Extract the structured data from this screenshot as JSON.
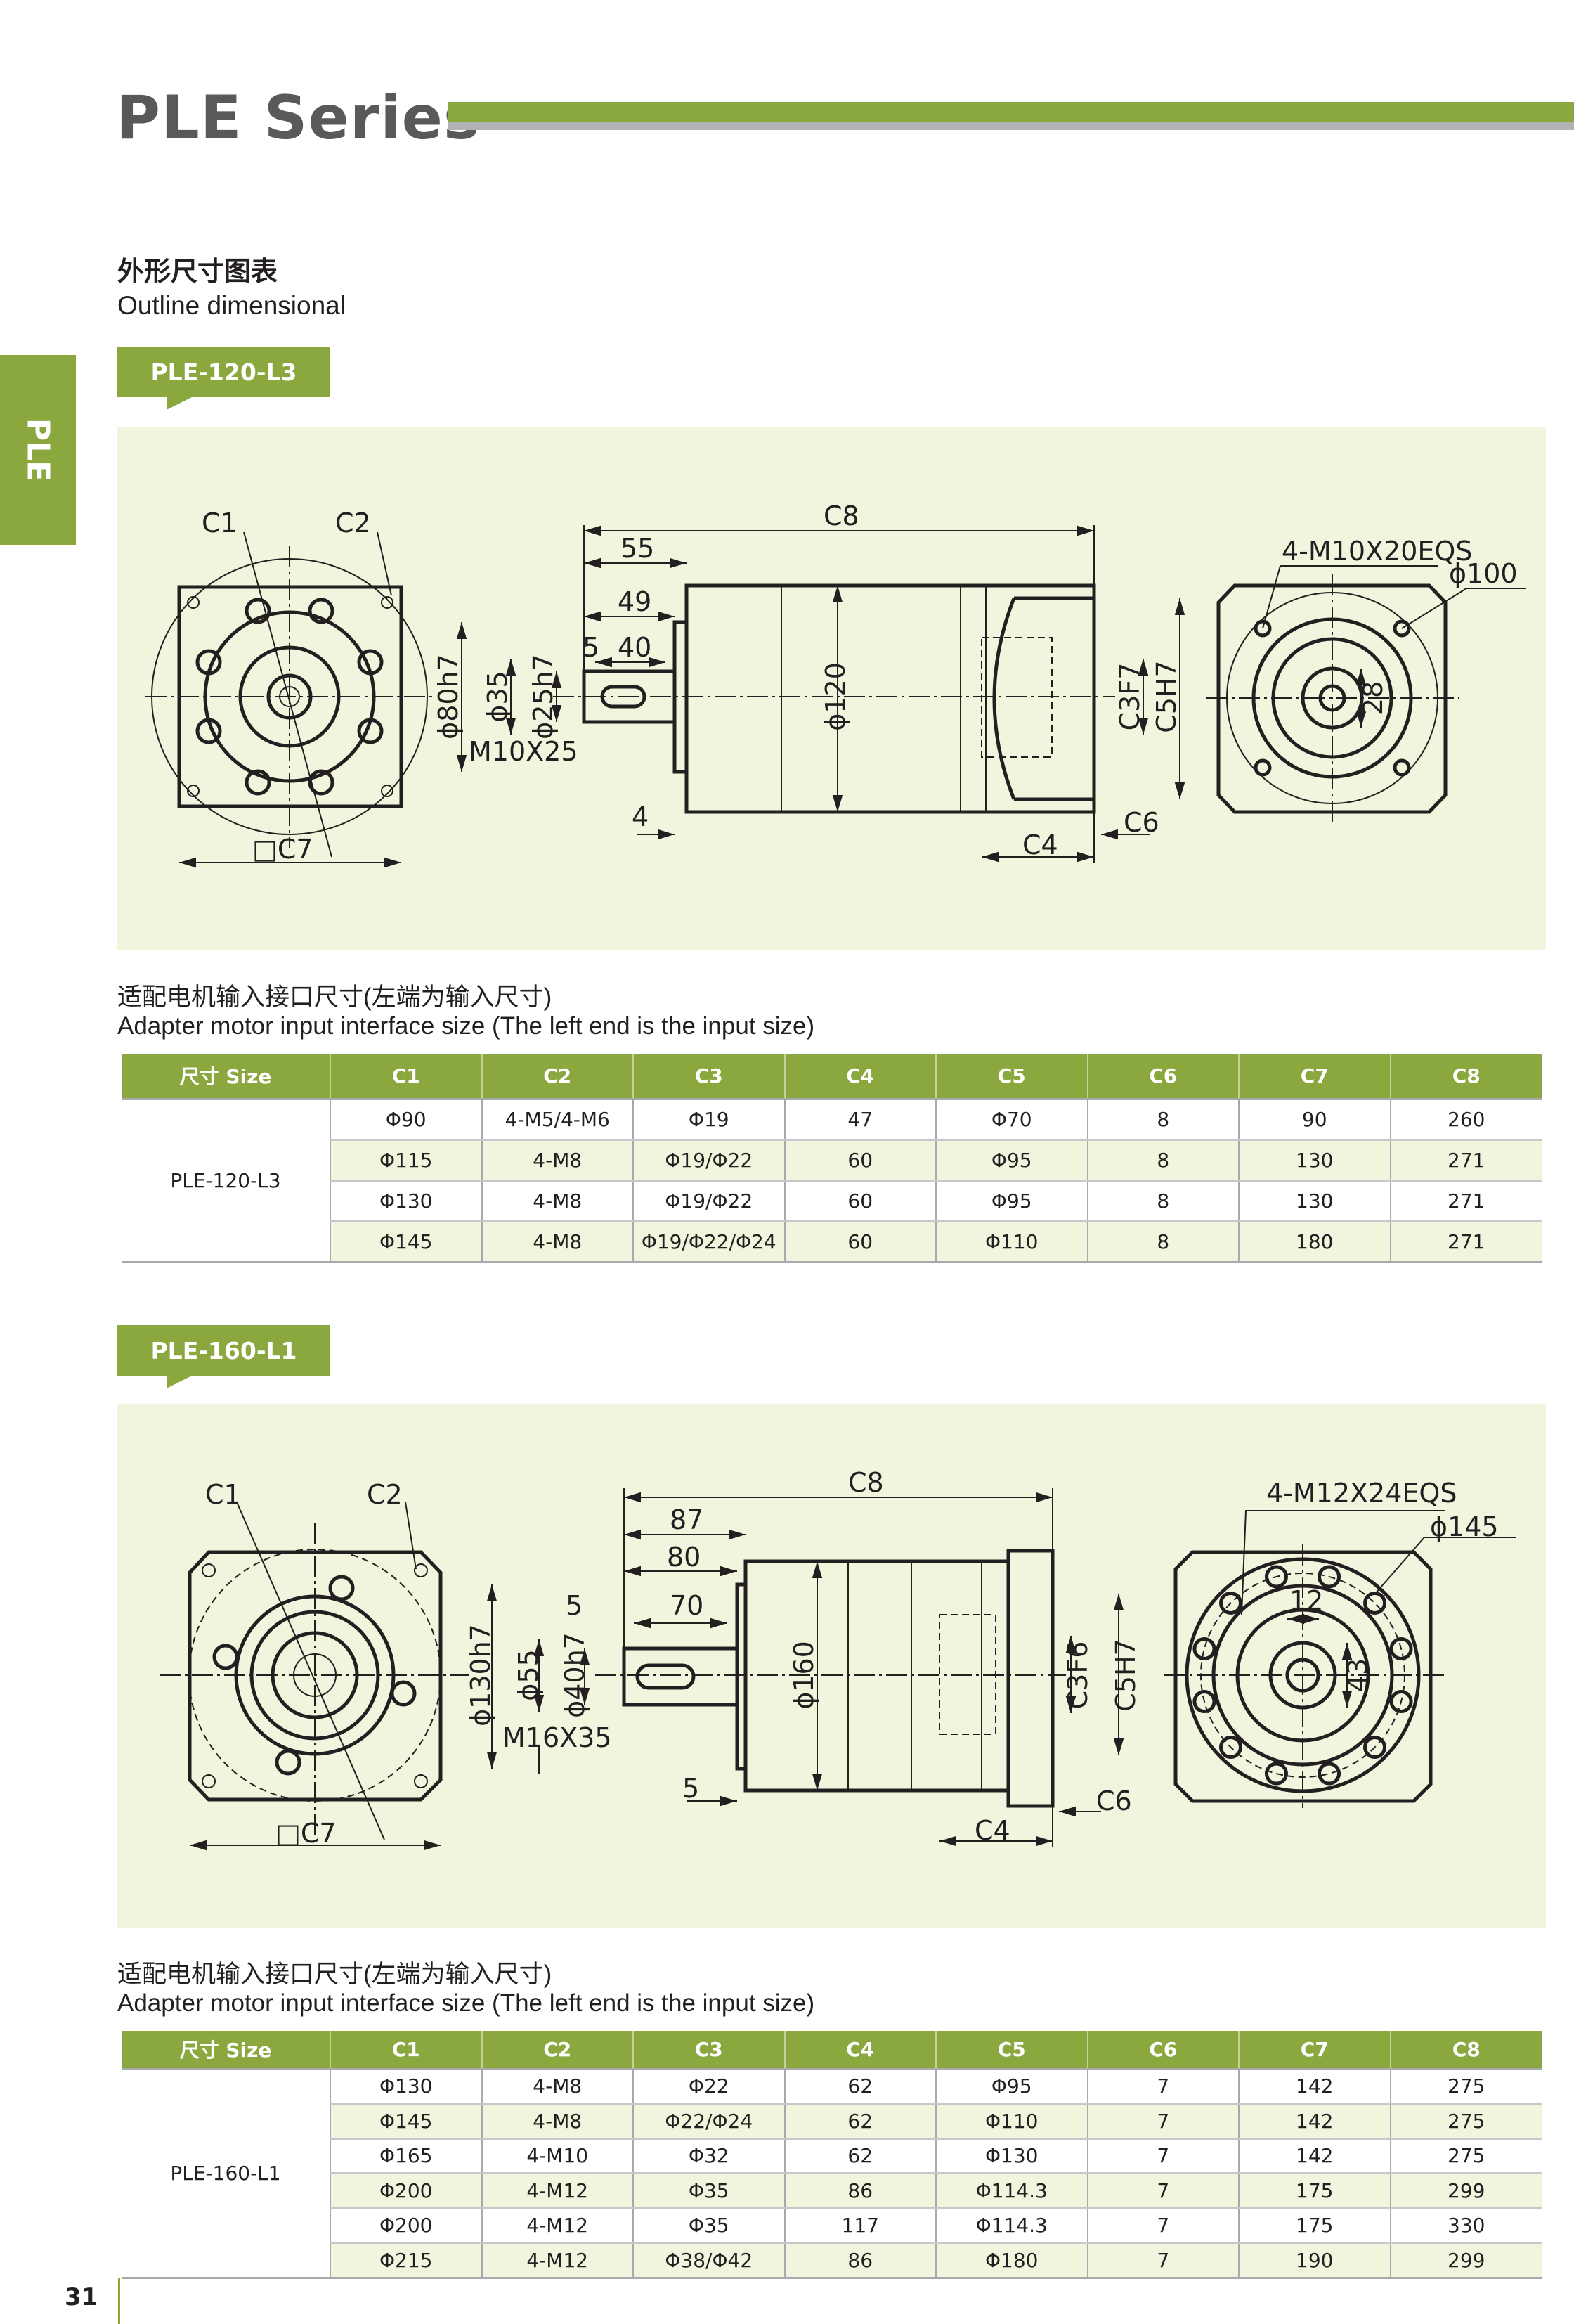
{
  "header": {
    "title": "PLE Series",
    "side_tab": "PLE"
  },
  "section": {
    "title_cn": "外形尺寸图表",
    "title_en": "Outline dimensional"
  },
  "models": [
    {
      "badge": "PLE-120-L3",
      "labels": {
        "c1": "C1",
        "c2": "C2",
        "c7": "□C7",
        "c8": "C8",
        "d55": "55",
        "d49": "49",
        "d5": "5",
        "d40": "40",
        "phi80": "ϕ80h7",
        "phi35": "ϕ35",
        "phi25": "ϕ25h7",
        "thread": "M10X25",
        "phi120": "ϕ120",
        "c3": "C3F7",
        "c5": "C5H7",
        "d4": "4",
        "c6": "C6",
        "c4": "C4",
        "holes": "4-M10X20EQS",
        "phi100": "ϕ100",
        "d28": "28"
      },
      "caption_cn": "适配电机输入接口尺寸(左端为输入尺寸)",
      "caption_en": "Adapter motor input interface size (The left end is the input size)",
      "table": {
        "headers": [
          "尺寸 Size",
          "C1",
          "C2",
          "C3",
          "C4",
          "C5",
          "C6",
          "C7",
          "C8"
        ],
        "size": "PLE-120-L3",
        "rows": [
          [
            "Φ90",
            "4-M5/4-M6",
            "Φ19",
            "47",
            "Φ70",
            "8",
            "90",
            "260"
          ],
          [
            "Φ115",
            "4-M8",
            "Φ19/Φ22",
            "60",
            "Φ95",
            "8",
            "130",
            "271"
          ],
          [
            "Φ130",
            "4-M8",
            "Φ19/Φ22",
            "60",
            "Φ95",
            "8",
            "130",
            "271"
          ],
          [
            "Φ145",
            "4-M8",
            "Φ19/Φ22/Φ24",
            "60",
            "Φ110",
            "8",
            "180",
            "271"
          ]
        ]
      }
    },
    {
      "badge": "PLE-160-L1",
      "labels": {
        "c1": "C1",
        "c2": "C2",
        "c7": "□C7",
        "c8": "C8",
        "d87": "87",
        "d80": "80",
        "d5": "5",
        "d70": "70",
        "phi130": "ϕ130h7",
        "phi55": "ϕ55",
        "phi40": "ϕ40h7",
        "thread": "M16X35",
        "phi160": "ϕ160",
        "c3": "C3F6",
        "c5": "C5H7",
        "d5b": "5",
        "c6": "C6",
        "c4": "C4",
        "holes": "4-M12X24EQS",
        "phi145": "ϕ145",
        "d12": "12",
        "d43": "43"
      },
      "caption_cn": "适配电机输入接口尺寸(左端为输入尺寸)",
      "caption_en": "Adapter motor input interface size (The left end is the input size)",
      "table": {
        "headers": [
          "尺寸 Size",
          "C1",
          "C2",
          "C3",
          "C4",
          "C5",
          "C6",
          "C7",
          "C8"
        ],
        "size": "PLE-160-L1",
        "rows": [
          [
            "Φ130",
            "4-M8",
            "Φ22",
            "62",
            "Φ95",
            "7",
            "142",
            "275"
          ],
          [
            "Φ145",
            "4-M8",
            "Φ22/Φ24",
            "62",
            "Φ110",
            "7",
            "142",
            "275"
          ],
          [
            "Φ165",
            "4-M10",
            "Φ32",
            "62",
            "Φ130",
            "7",
            "142",
            "275"
          ],
          [
            "Φ200",
            "4-M12",
            "Φ35",
            "86",
            "Φ114.3",
            "7",
            "175",
            "299"
          ],
          [
            "Φ200",
            "4-M12",
            "Φ35",
            "117",
            "Φ114.3",
            "7",
            "175",
            "330"
          ],
          [
            "Φ215",
            "4-M12",
            "Φ38/Φ42",
            "86",
            "Φ180",
            "7",
            "190",
            "299"
          ]
        ]
      }
    }
  ],
  "footer": {
    "page_number": "31"
  }
}
